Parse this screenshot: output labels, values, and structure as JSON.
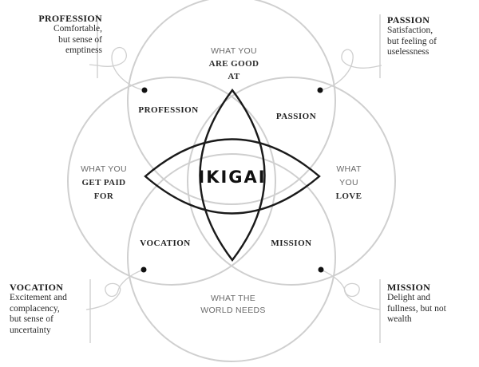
{
  "circles": {
    "top": [
      "WHAT YOU",
      "ARE GOOD",
      "AT"
    ],
    "left": [
      "WHAT YOU",
      "GET PAID",
      "FOR"
    ],
    "right": [
      "WHAT",
      "YOU",
      "LOVE"
    ],
    "bottom": [
      "WHAT THE",
      "WORLD NEEDS"
    ]
  },
  "regions": {
    "profession": "PROFESSION",
    "passion": "PASSION",
    "vocation": "VOCATION",
    "mission": "MISSION"
  },
  "center": "IKIGAI",
  "callouts": {
    "profession": {
      "title": "PROFESSION",
      "lines": [
        "Comfortable,",
        "but sense of",
        "emptiness"
      ]
    },
    "passion": {
      "title": "PASSION",
      "lines": [
        "Satisfaction,",
        "but feeling of",
        "uselessness"
      ]
    },
    "vocation": {
      "title": "VOCATION",
      "lines": [
        "Excitement and",
        "complacency,",
        "but sense of",
        "uncertainty"
      ]
    },
    "mission": {
      "title": "MISSION",
      "lines": [
        "Delight and",
        "fullness, but not",
        "wealth"
      ]
    }
  },
  "colors": {
    "circle_stroke": "#cfcfcf",
    "petal_stroke": "#1a1a1a",
    "dot": "#111111"
  }
}
